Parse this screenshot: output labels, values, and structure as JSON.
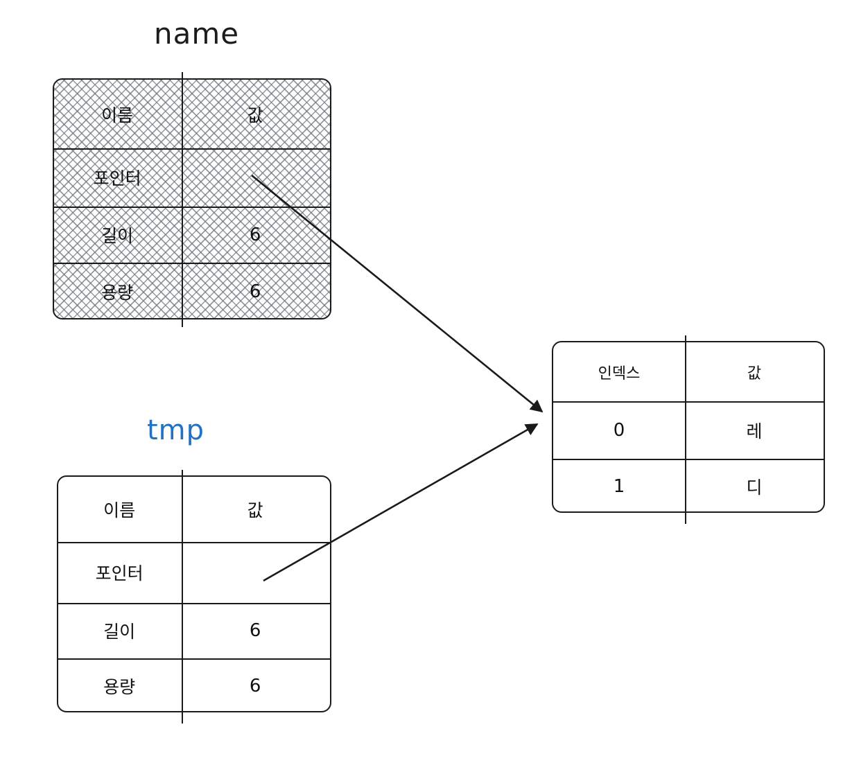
{
  "diagram": {
    "title_name": "name",
    "title_tmp": "tmp",
    "accent_blue": "#2272c4",
    "ink": "#1a1a1a",
    "hatch_gray": "#6e7682"
  },
  "name_table": {
    "label": "name",
    "shaded": true,
    "headers": [
      "이름",
      "값"
    ],
    "rows": [
      {
        "field": "포인터",
        "value": ""
      },
      {
        "field": "길이",
        "value": "6"
      },
      {
        "field": "용량",
        "value": "6"
      }
    ]
  },
  "tmp_table": {
    "label": "tmp",
    "shaded": false,
    "headers": [
      "이름",
      "값"
    ],
    "rows": [
      {
        "field": "포인터",
        "value": ""
      },
      {
        "field": "길이",
        "value": "6"
      },
      {
        "field": "용량",
        "value": "6"
      }
    ]
  },
  "array_table": {
    "headers": [
      "인덱스",
      "값"
    ],
    "rows": [
      {
        "index": "0",
        "value": "레"
      },
      {
        "index": "1",
        "value": "디"
      }
    ]
  },
  "arrows": [
    {
      "from": "name-pointer-cell",
      "to": "array-table",
      "label": ""
    },
    {
      "from": "tmp-pointer-cell",
      "to": "array-table",
      "label": ""
    }
  ]
}
